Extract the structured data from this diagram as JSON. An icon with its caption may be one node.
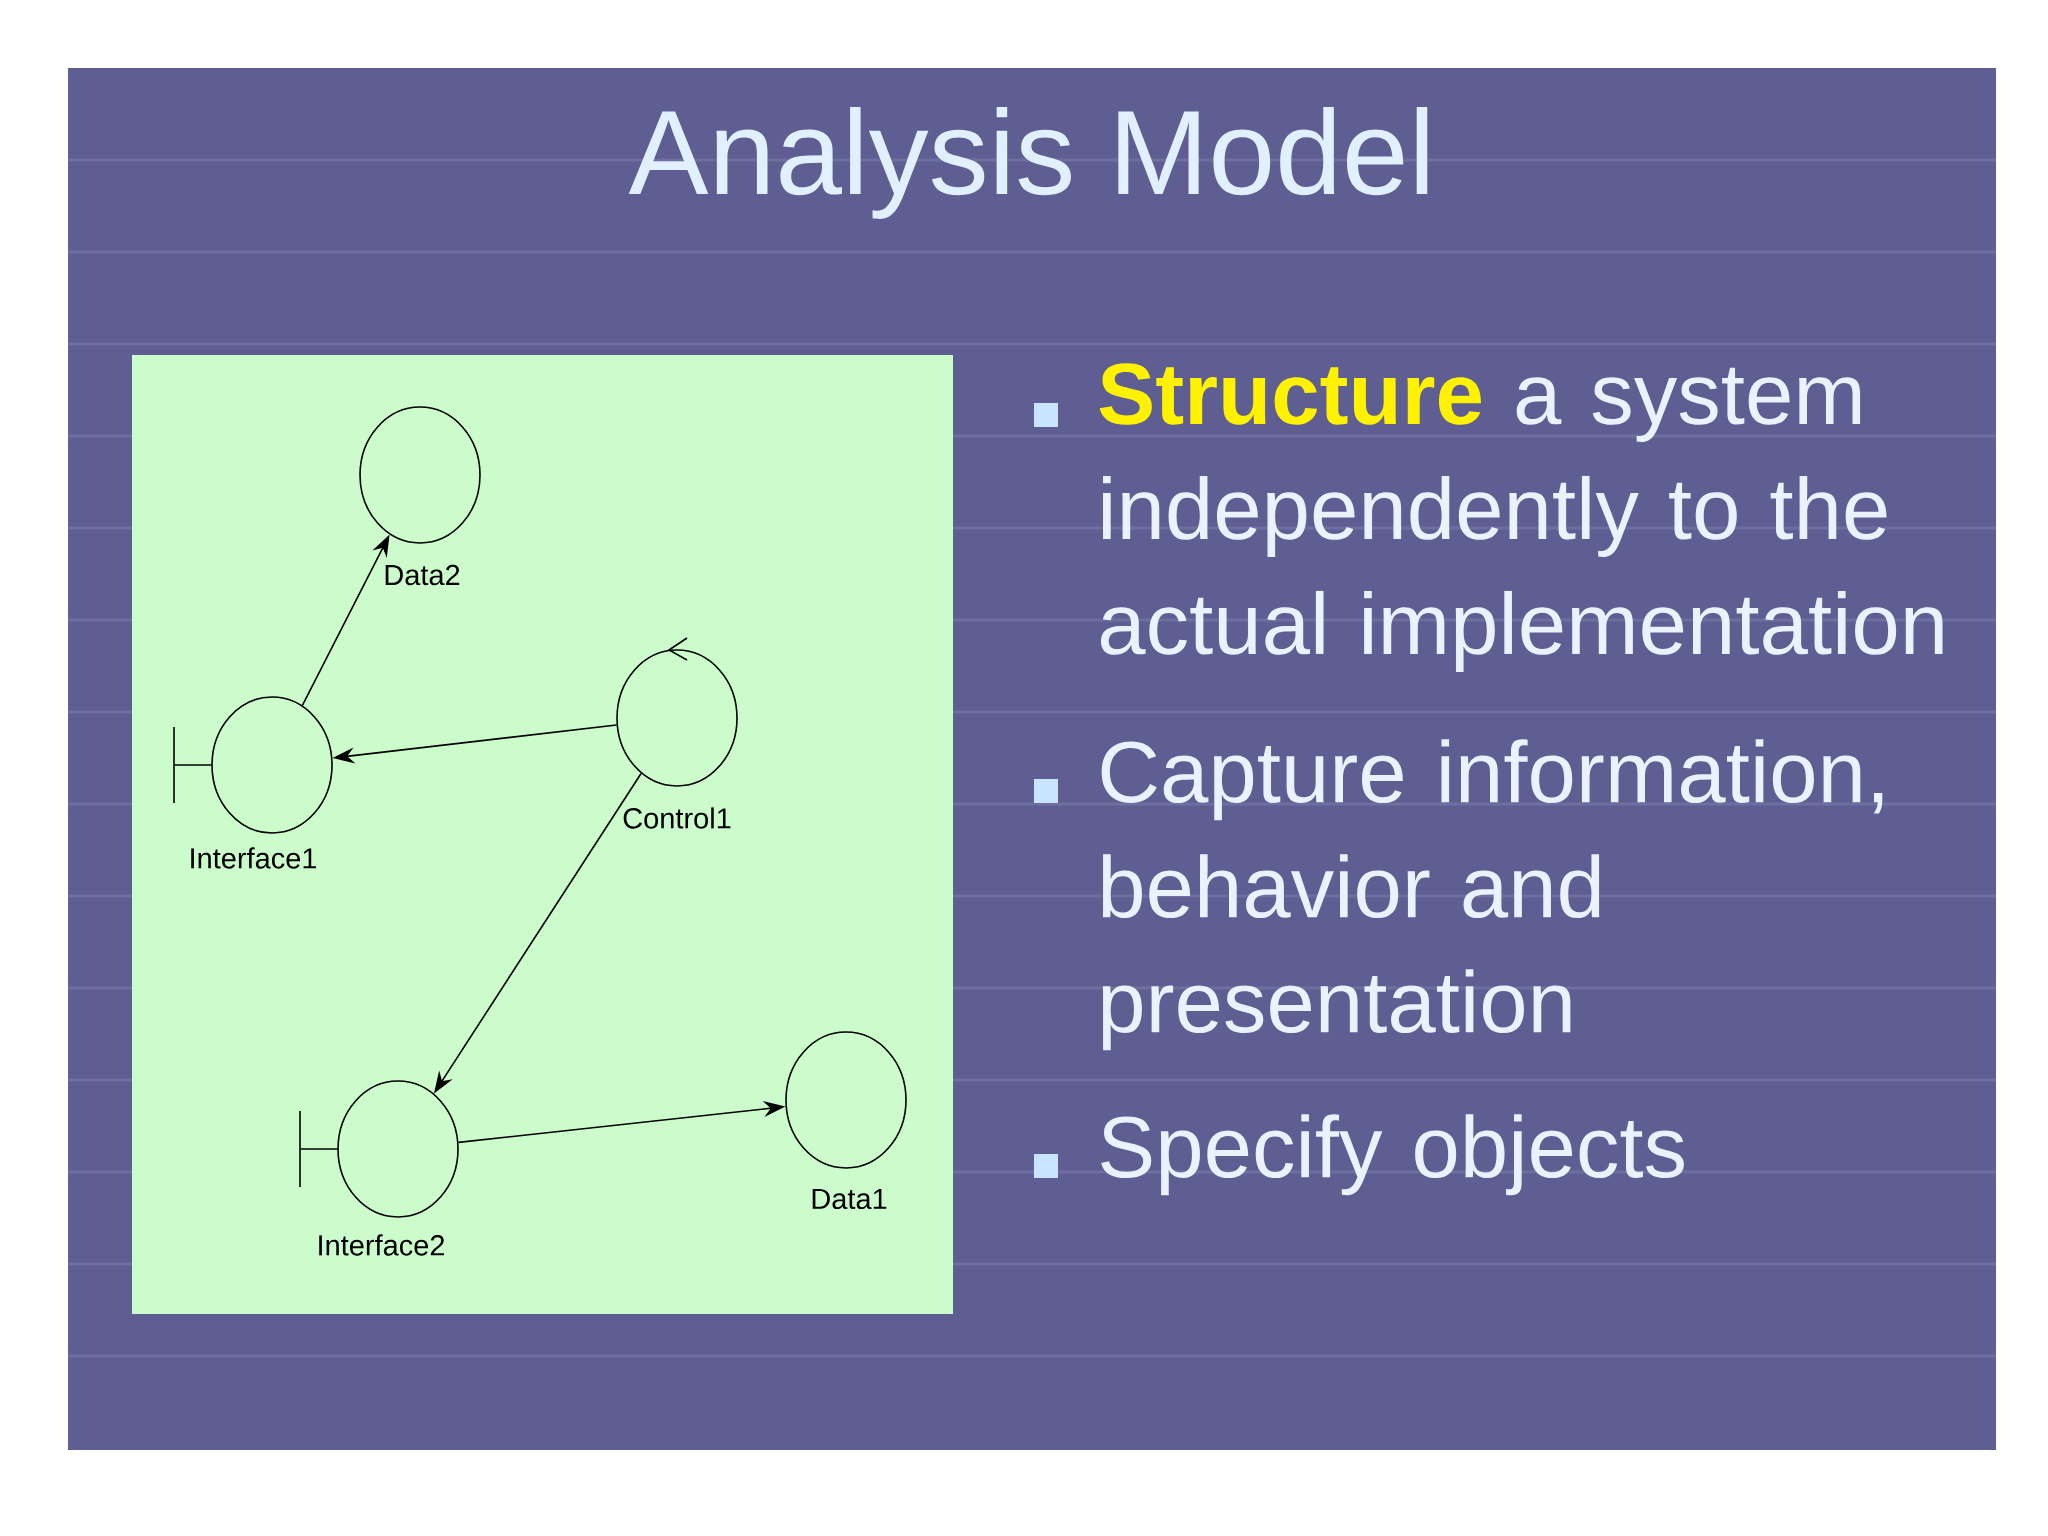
{
  "diagram": {
    "title": "Analysis Model",
    "nodes": [
      {
        "text": [
          "Data2"
        ]
      },
      {
        "text": [
          "Interface1"
        ]
      },
      {
        "text": [
          "Control1"
        ]
      },
      {
        "text": [
          "Interface2"
        ]
      },
      {
        "text": [
          "Data1"
        ]
      }
    ],
    "edges": [
      {
        "from": 1,
        "to": 0,
        "arrow": "to"
      },
      {
        "from": 2,
        "to": 1,
        "arrow": "to"
      },
      {
        "from": 2,
        "to": 3,
        "arrow": "to"
      },
      {
        "from": 3,
        "to": 4,
        "arrow": "to"
      }
    ],
    "labels": [
      "**Structure** a system independently to the actual implementation",
      "Capture information, behavior and presentation",
      "Specify objects"
    ]
  }
}
